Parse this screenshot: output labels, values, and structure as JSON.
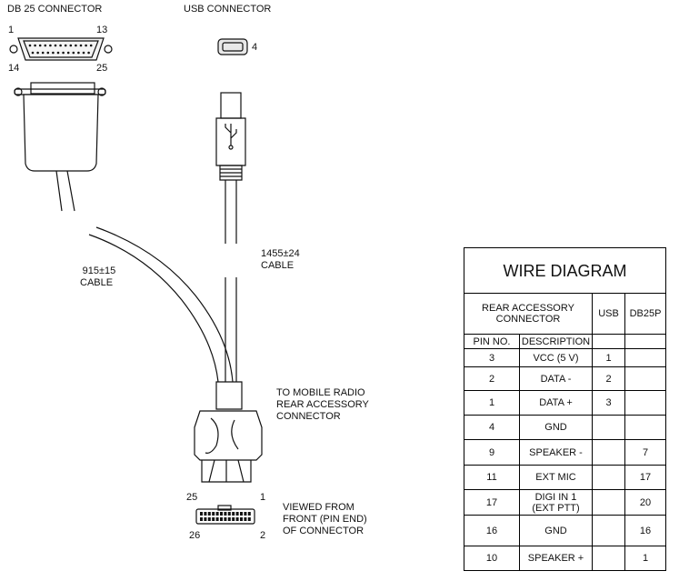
{
  "labels": {
    "db25_title": "DB 25 CONNECTOR",
    "usb_title": "USB CONNECTOR",
    "pin1": "1",
    "pin13": "13",
    "pin14": "14",
    "pin25": "25",
    "usb_callout": "4",
    "cable_left": "915±15",
    "cable_left_word": "CABLE",
    "cable_right": "1455±24",
    "cable_right_word": "CABLE",
    "radio_line1": "TO MOBILE RADIO",
    "radio_line2": "REAR ACCESSORY",
    "radio_line3": "CONNECTOR",
    "front_pin25": "25",
    "front_pin1": "1",
    "front_pin26": "26",
    "front_pin2": "2",
    "viewed_line1": "VIEWED FROM",
    "viewed_line2": "FRONT (PIN END)",
    "viewed_line3": "OF CONNECTOR"
  },
  "table": {
    "title": "WIRE DIAGRAM",
    "header_rear_line1": "REAR ACCESSORY",
    "header_rear_line2": "CONNECTOR",
    "header_usb": "USB",
    "header_db25": "DB25P",
    "sub_pin": "PIN NO.",
    "sub_desc": "DESCRIPTION",
    "rows": [
      {
        "pin": "3",
        "desc": "VCC (5 V)",
        "usb": "1",
        "db25": ""
      },
      {
        "pin": "2",
        "desc": "DATA -",
        "usb": "2",
        "db25": ""
      },
      {
        "pin": "1",
        "desc": "DATA +",
        "usb": "3",
        "db25": ""
      },
      {
        "pin": "4",
        "desc": "GND",
        "usb": "",
        "db25": ""
      },
      {
        "pin": "9",
        "desc": "SPEAKER -",
        "usb": "",
        "db25": "7"
      },
      {
        "pin": "11",
        "desc": "EXT MIC",
        "usb": "",
        "db25": "17"
      },
      {
        "pin": "17",
        "desc": "DIGI IN 1",
        "desc2": "(EXT PTT)",
        "usb": "",
        "db25": "20"
      },
      {
        "pin": "16",
        "desc": "GND",
        "usb": "",
        "db25": "16"
      },
      {
        "pin": "10",
        "desc": "SPEAKER +",
        "usb": "",
        "db25": "1"
      }
    ]
  }
}
